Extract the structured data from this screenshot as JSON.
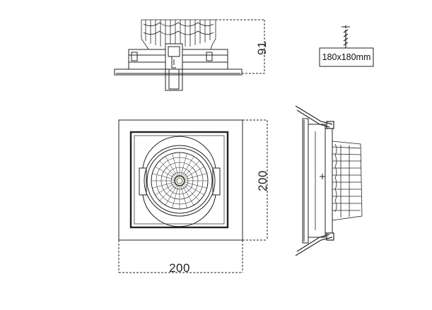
{
  "drawing": {
    "height_label": "91",
    "cutout_label": "180x180mm",
    "width_label": "200",
    "side_height_label": "200"
  }
}
